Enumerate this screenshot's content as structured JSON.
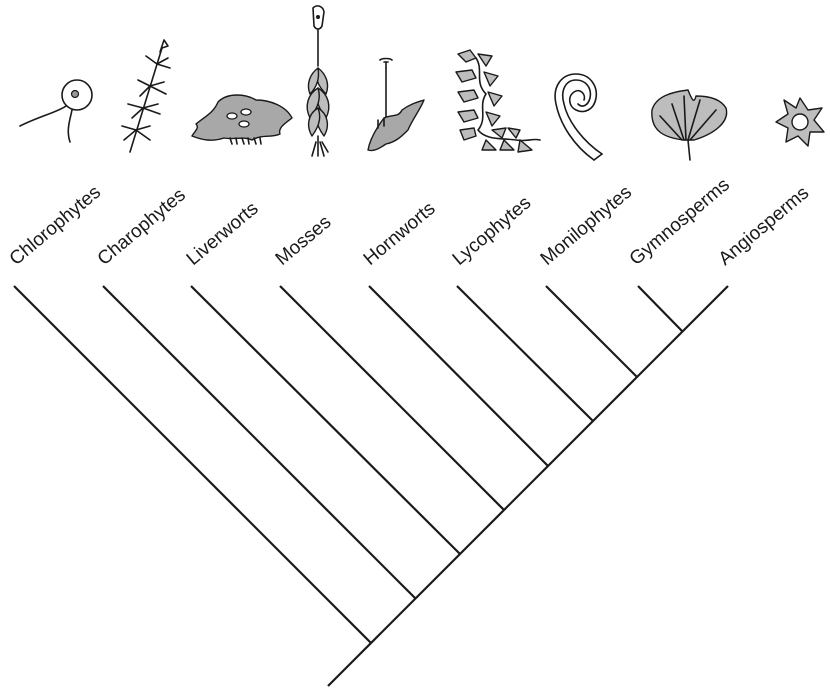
{
  "diagram": {
    "type": "phylogenetic-tree",
    "taxa": [
      {
        "label": "Chlorophytes",
        "icon": "chlorophyte-cell-icon"
      },
      {
        "label": "Charophytes",
        "icon": "charophyte-alga-icon"
      },
      {
        "label": "Liverworts",
        "icon": "liverwort-thallus-icon"
      },
      {
        "label": "Mosses",
        "icon": "moss-sporophyte-icon"
      },
      {
        "label": "Hornworts",
        "icon": "hornwort-icon"
      },
      {
        "label": "Lycophytes",
        "icon": "lycophyte-shoot-icon"
      },
      {
        "label": "Monilophytes",
        "icon": "fern-fiddlehead-icon"
      },
      {
        "label": "Gymnosperms",
        "icon": "ginkgo-leaf-icon"
      },
      {
        "label": "Angiosperms",
        "icon": "flower-icon"
      }
    ],
    "topology": "(Chlorophytes,(Charophytes,(Liverworts,(Mosses,(Hornworts,(Lycophytes,(Monilophytes,(Gymnosperms,Angiosperms))))))))",
    "colors": {
      "ink": "#1a1a1a",
      "fill": "#bdbdbd",
      "background": "#ffffff"
    }
  }
}
